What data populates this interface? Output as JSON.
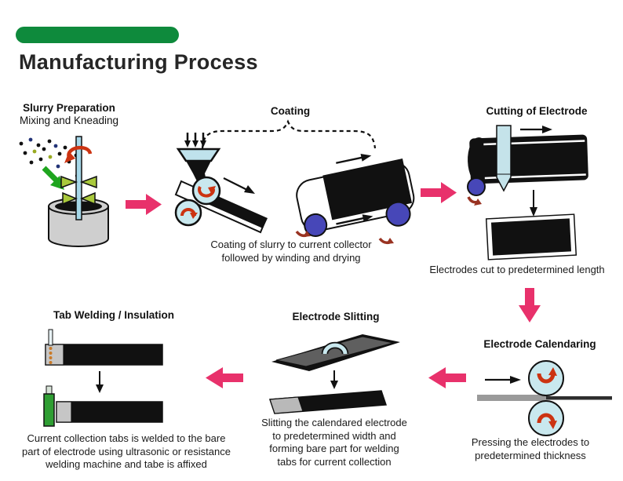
{
  "page": {
    "title": "Manufacturing Process"
  },
  "colors": {
    "accent_green": "#0e8a3c",
    "arrow_pink": "#e8316b",
    "roller_blue": "#c9e8ee",
    "spool_blue": "#4747b8",
    "tape_green": "#2f9e33",
    "curl_red": "#cc3311",
    "blade_blue": "#c5e3ea",
    "agitator_green": "#a9c93c"
  },
  "steps": {
    "slurry": {
      "title": "Slurry Preparation",
      "subtitle": "Mixing and Kneading",
      "icon": "mixing-vessel-with-agitator"
    },
    "coating": {
      "title": "Coating",
      "caption": [
        "Coating of slurry to current collector",
        "followed by winding and drying"
      ],
      "icon_left": "slot-die-coater",
      "icon_right": "winding-dryer"
    },
    "cutting": {
      "title": "Cutting of Electrode",
      "caption": [
        "Electrodes cut to predetermined length"
      ],
      "icon": "electrode-roll-with-cutter"
    },
    "calendaring": {
      "title": "Electrode Calendaring",
      "caption": [
        "Pressing the electrodes to",
        "predetermined thickness"
      ],
      "icon": "calender-rollers"
    },
    "slitting": {
      "title": "Electrode Slitting",
      "caption": [
        "Slitting the calendared electrode",
        "to predetermined width and",
        "forming bare part for welding",
        "tabs for current collection"
      ],
      "icon": "slit-electrode-sheets"
    },
    "tab_welding": {
      "title": "Tab Welding / Insulation",
      "caption": [
        "Current collection tabs is welded to the bare",
        "part of electrode using ultrasonic or resistance",
        "welding machine and tabe is affixed"
      ],
      "icon": "electrode-strips-with-tabs"
    }
  }
}
